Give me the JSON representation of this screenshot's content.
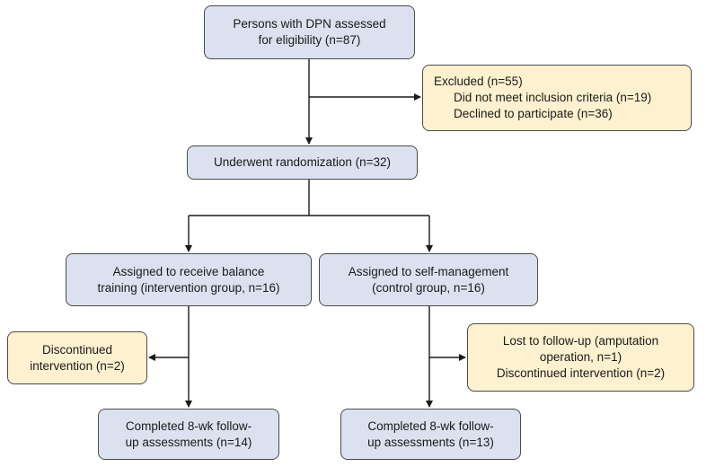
{
  "enrollment": {
    "assessed": [
      "Persons with DPN assessed",
      "for eligibility (n=87)"
    ],
    "excluded": {
      "header": "Excluded (n=55)",
      "items": [
        "Did not meet inclusion criteria (n=19)",
        "Declined to participate (n=36)"
      ]
    },
    "randomized": "Underwent randomization (n=32)"
  },
  "intervention_arm": {
    "allocated": [
      "Assigned to receive balance",
      "training (intervention group, n=16)"
    ],
    "discontinued": [
      "Discontinued",
      "intervention (n=2)"
    ],
    "completed": [
      "Completed 8-wk follow-",
      "up assessments (n=14)"
    ]
  },
  "control_arm": {
    "allocated": [
      "Assigned to self-management",
      "(control group, n=16)"
    ],
    "lost": [
      "Lost to follow-up (amputation",
      "operation, n=1)",
      "Discontinued intervention (n=2)"
    ],
    "completed": [
      "Completed 8-wk follow-",
      "up assessments (n=13)"
    ]
  },
  "colors": {
    "primary_box": "#dbe1ef",
    "exclusion_box": "#fdf1cf",
    "line": "#1a1a1a"
  }
}
